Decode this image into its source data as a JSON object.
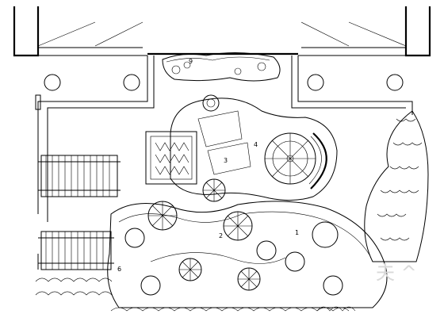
{
  "plan_labels": {
    "area_1": "1",
    "area_2": "2",
    "area_3": "3",
    "area_4": "4",
    "area_6": "6",
    "area_9": "9"
  },
  "watermark": {
    "text": "夫 ^",
    "color": "#d9d9d9"
  },
  "colors": {
    "line": "#000000",
    "background": "#ffffff"
  }
}
